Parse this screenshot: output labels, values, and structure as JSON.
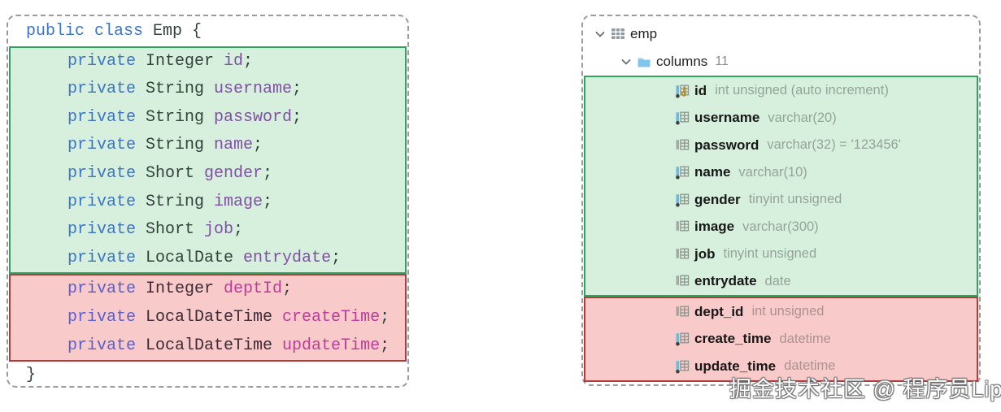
{
  "java_panel": {
    "declaration": {
      "kw_public": "public",
      "kw_class": "class",
      "class_name": "Emp",
      "open_brace": "{"
    },
    "close_brace": "}",
    "green_fields": [
      {
        "kw": "private",
        "type": "Integer",
        "name": "id",
        "end": ";"
      },
      {
        "kw": "private",
        "type": "String",
        "name": "username",
        "end": ";"
      },
      {
        "kw": "private",
        "type": "String",
        "name": "password",
        "end": ";"
      },
      {
        "kw": "private",
        "type": "String",
        "name": "name",
        "end": ";"
      },
      {
        "kw": "private",
        "type": "Short",
        "name": "gender",
        "end": ";"
      },
      {
        "kw": "private",
        "type": "String",
        "name": "image",
        "end": ";"
      },
      {
        "kw": "private",
        "type": "Short",
        "name": "job",
        "end": ";"
      },
      {
        "kw": "private",
        "type": "LocalDate",
        "name": "entrydate",
        "end": ";"
      }
    ],
    "red_fields": [
      {
        "kw": "private",
        "type": "Integer",
        "name": "deptId",
        "end": ";"
      },
      {
        "kw": "private",
        "type": "LocalDateTime",
        "name": "createTime",
        "end": ";"
      },
      {
        "kw": "private",
        "type": "LocalDateTime",
        "name": "updateTime",
        "end": ";"
      }
    ]
  },
  "db_panel": {
    "table_name": "emp",
    "columns_label": "columns",
    "columns_count": "11",
    "green_columns": [
      {
        "name": "id",
        "type": "int unsigned (auto increment)"
      },
      {
        "name": "username",
        "type": "varchar(20)"
      },
      {
        "name": "password",
        "type": "varchar(32) = '123456'"
      },
      {
        "name": "name",
        "type": "varchar(10)"
      },
      {
        "name": "gender",
        "type": "tinyint unsigned"
      },
      {
        "name": "image",
        "type": "varchar(300)"
      },
      {
        "name": "job",
        "type": "tinyint unsigned"
      },
      {
        "name": "entrydate",
        "type": "date"
      }
    ],
    "red_columns": [
      {
        "name": "dept_id",
        "type": "int unsigned"
      },
      {
        "name": "create_time",
        "type": "datetime"
      },
      {
        "name": "update_time",
        "type": "datetime"
      }
    ]
  },
  "watermark": {
    "text": "掘金技术社区 @ 程序员Lip"
  },
  "colors": {
    "green_fill": "#d7f0dd",
    "green_border": "#31a35f",
    "red_fill": "#f8caca",
    "red_border": "#b43b3b",
    "keyword_blue": "#3c74c8",
    "field_purple": "#8050a5",
    "field_magenta": "#c0399b",
    "key_gold": "#b8901f",
    "folder_blue": "#80c6ec",
    "notnull_bar_blue": "#6fb9dd"
  }
}
